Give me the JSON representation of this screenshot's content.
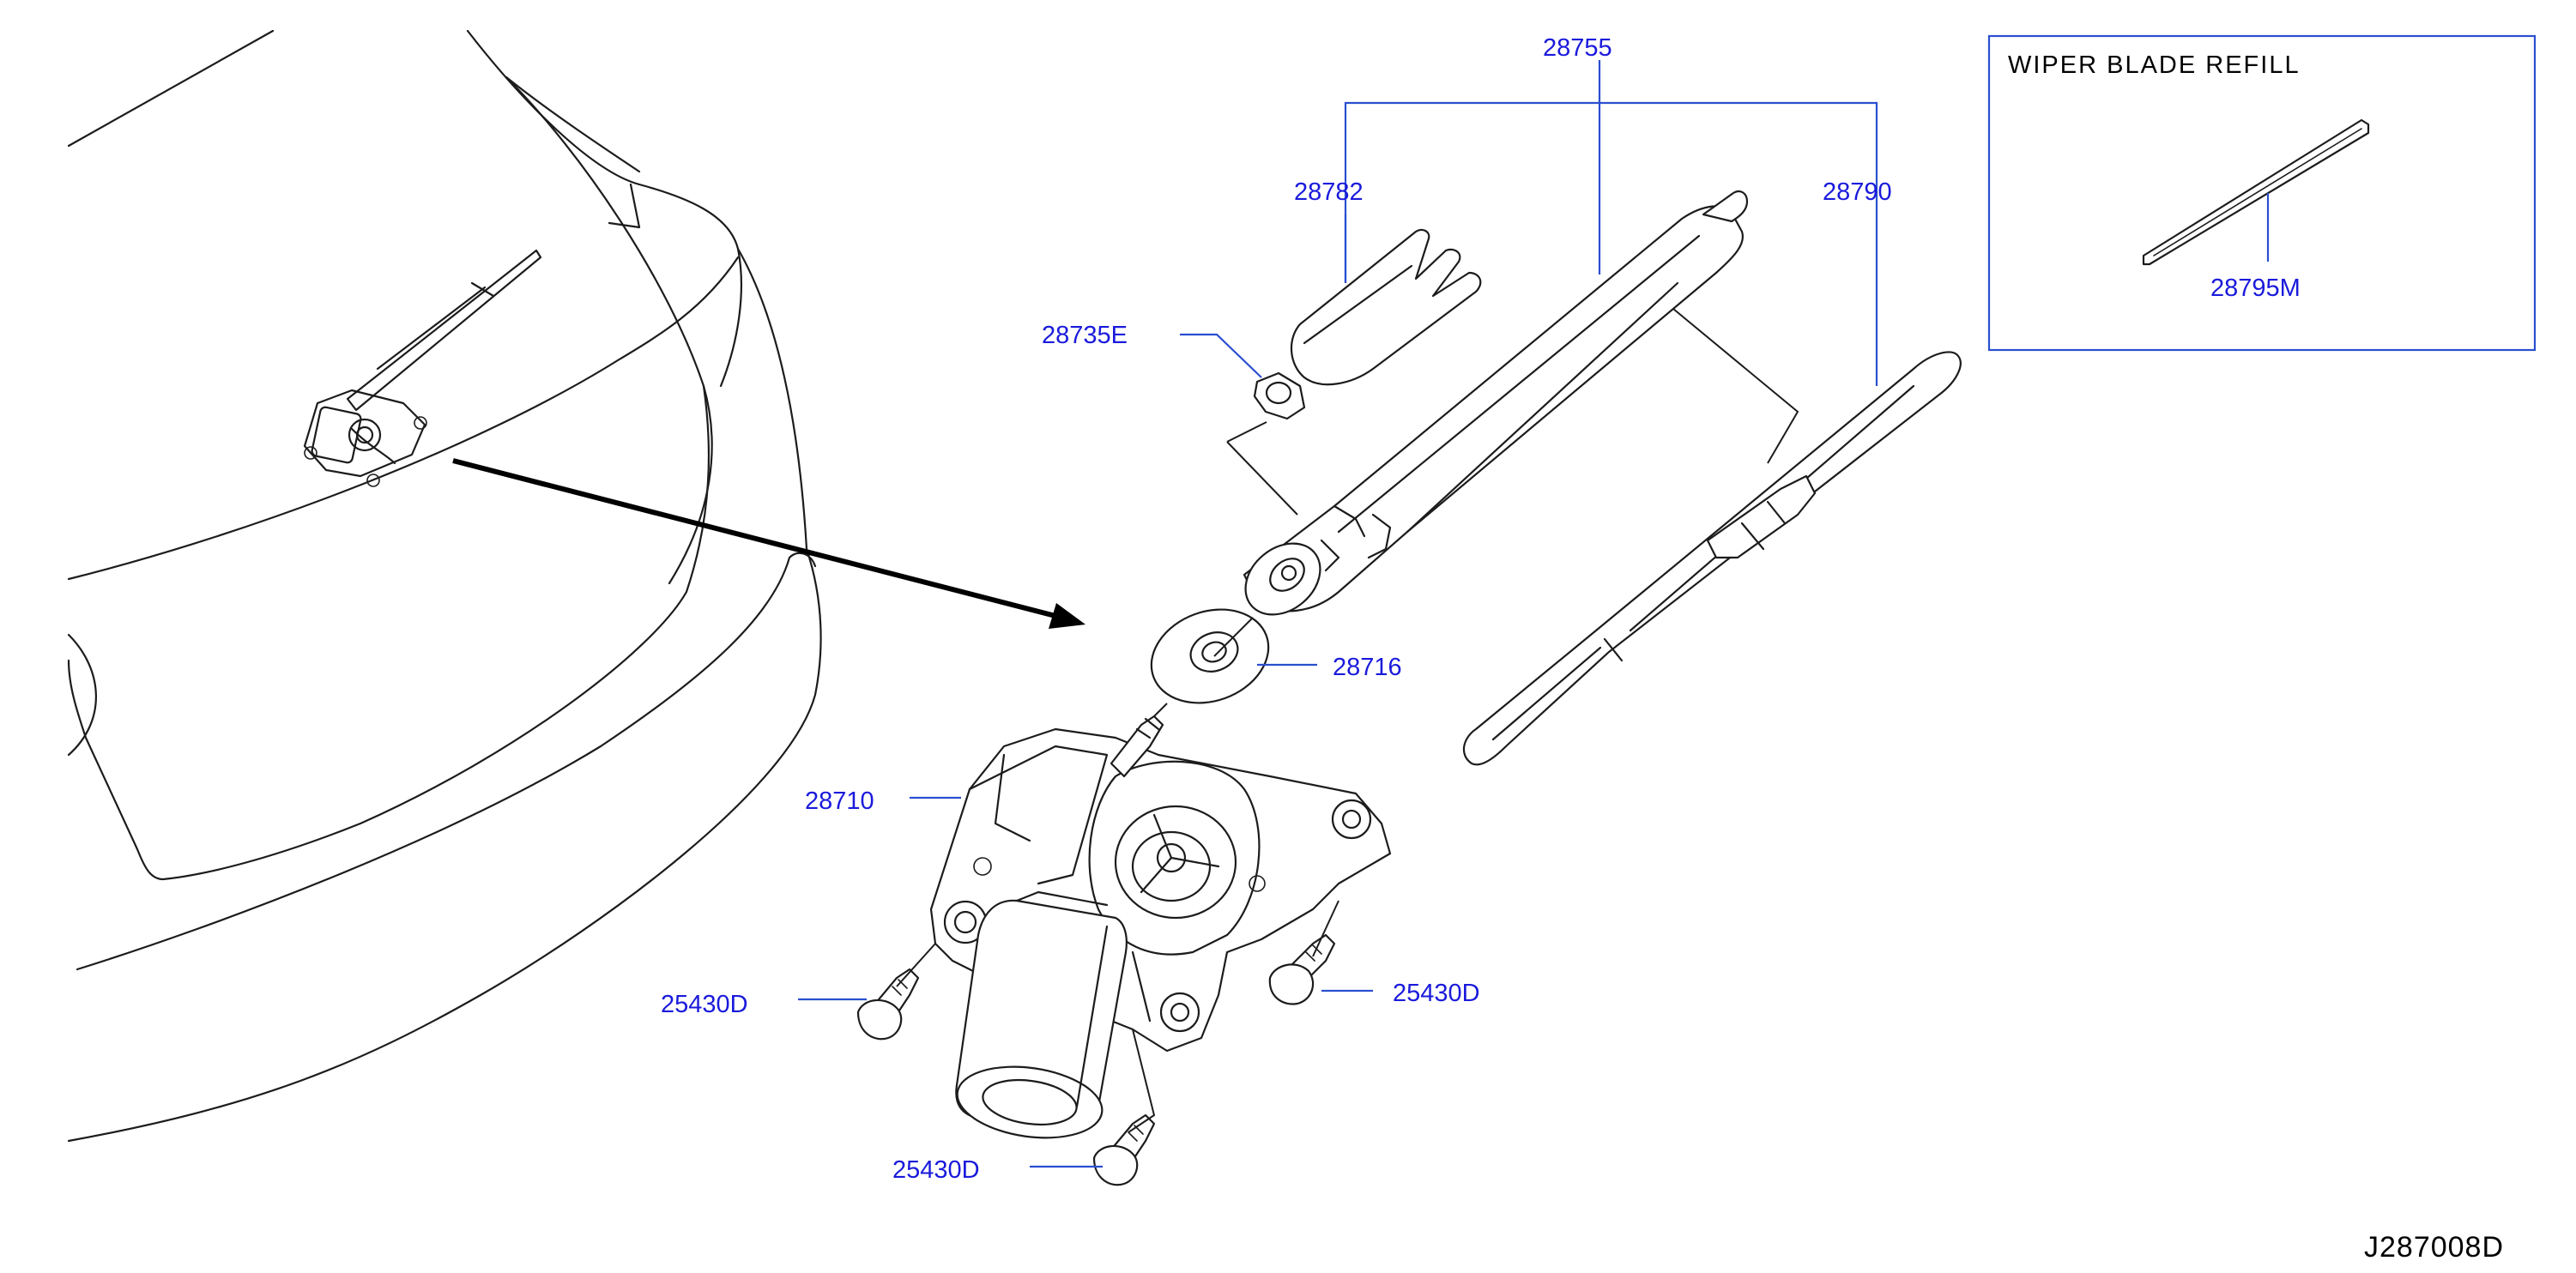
{
  "diagram": {
    "reference_code": "J287008D",
    "inset": {
      "title": "WIPER   BLADE   REFILL",
      "part": "28795M"
    },
    "parts": {
      "p28755": "28755",
      "p28782": "28782",
      "p28790": "28790",
      "p28735E": "28735E",
      "p28716": "28716",
      "p28710": "28710",
      "p25430D_left": "25430D",
      "p25430D_right": "25430D",
      "p25430D_bottom": "25430D"
    },
    "colors": {
      "label_text": "#1a1adc",
      "leader_line": "#2a4fd0",
      "line_art": "#1c1c1c"
    }
  }
}
